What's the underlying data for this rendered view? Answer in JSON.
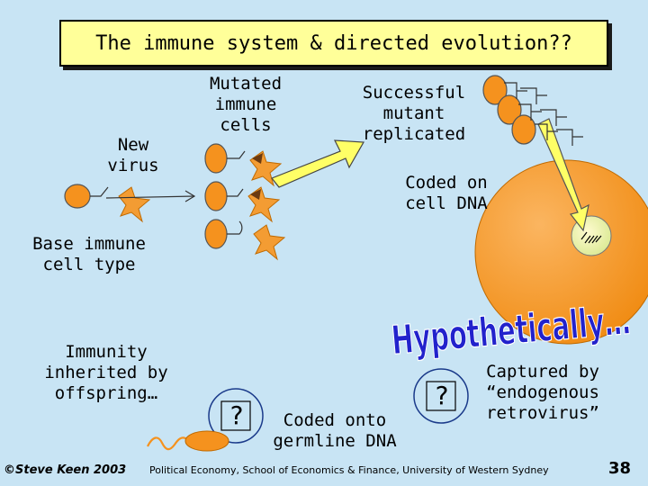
{
  "slide": {
    "title": "The immune system & directed evolution??",
    "labels": {
      "new_virus": "New virus",
      "mutated": "Mutated immune cells",
      "successful": "Successful mutant replicated",
      "coded_on": "Coded on cell DNA",
      "base": "Base immune cell type",
      "immunity": "Immunity inherited by offspring…",
      "coded_onto": "Coded onto germline DNA",
      "captured": "Captured by “endogenous retrovirus”",
      "hypothetically": "Hypothetically…",
      "question_mark": "?"
    },
    "footer": {
      "copyright": "©Steve Keen 2003",
      "affiliation": "Political Economy, School of Economics & Finance, University of Western Sydney",
      "page": "38"
    },
    "colors": {
      "background": "#c8e4f4",
      "title_fill": "#ffff99",
      "cell_orange": "#f5921e",
      "arrow_yellow": "#ffff66",
      "hypothetically_blue": "#2222cc"
    }
  }
}
